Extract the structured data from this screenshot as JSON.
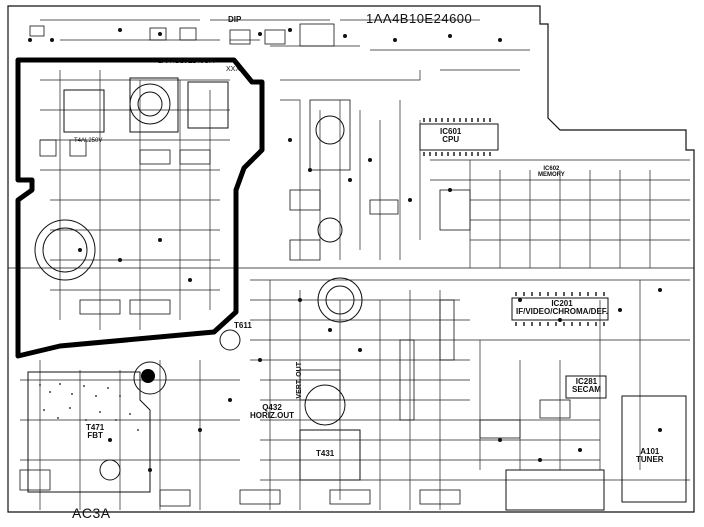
{
  "board": {
    "part_number_top": "1AA4B10E24600",
    "part_number_inner": "1AA4B10E245GA",
    "dip_label": "DIP",
    "marker_xxx": "XXX",
    "model_code": "AC3A",
    "fuse_label": "T4AL250V"
  },
  "blocks": [
    {
      "id": "ic601",
      "ref": "IC601",
      "name": "CPU"
    },
    {
      "id": "ic201",
      "ref": "IC201",
      "name": "IF/VIDEO/CHROMA/DEF."
    },
    {
      "id": "ic281",
      "ref": "IC281",
      "name": "SECAM"
    },
    {
      "id": "ic602",
      "ref": "IC602",
      "name": "MEMORY"
    },
    {
      "id": "t471",
      "ref": "T471",
      "name": "FBT"
    },
    {
      "id": "a101",
      "ref": "A101",
      "name": "TUNER"
    },
    {
      "id": "t611",
      "ref": "T611",
      "name": ""
    },
    {
      "id": "t431",
      "ref": "T431",
      "name": ""
    },
    {
      "id": "q432",
      "ref": "Q432",
      "name": "HORIZ.OUT"
    }
  ],
  "vertical_labels": {
    "vert_out": "VERT. OUT"
  },
  "colors": {
    "ink": "#111111",
    "paper": "#ffffff",
    "boundary": "#000000"
  }
}
